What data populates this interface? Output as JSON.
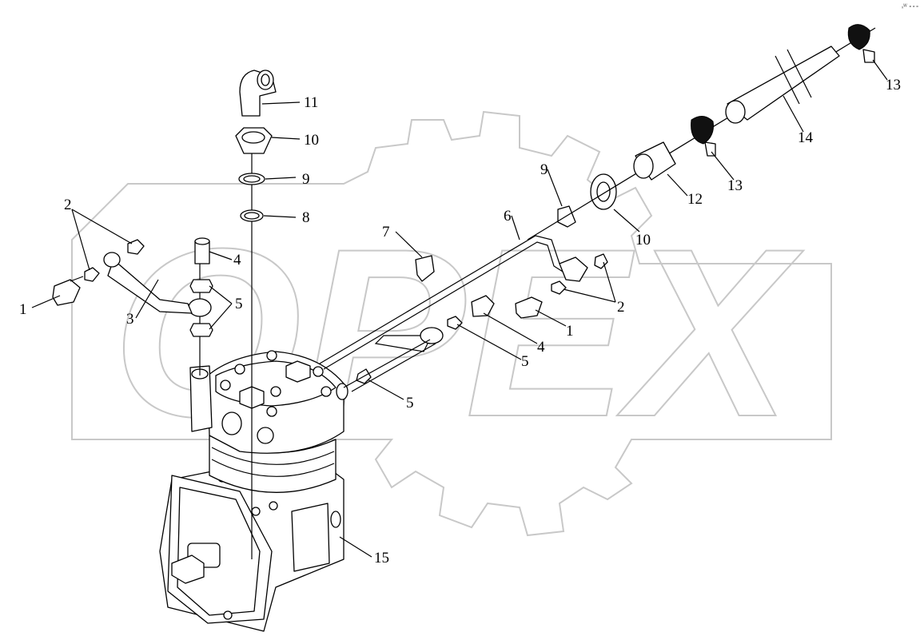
{
  "diagram": {
    "corner_mark": "ₓᵂ ∘∘∘",
    "watermark_text": "OPEX",
    "colors": {
      "lines": "#000000",
      "watermark": "#c8c8c8",
      "background": "#ffffff"
    },
    "callouts": [
      {
        "id": "c1a",
        "label": "1"
      },
      {
        "id": "c2a",
        "label": "2"
      },
      {
        "id": "c3",
        "label": "3"
      },
      {
        "id": "c4a",
        "label": "4"
      },
      {
        "id": "c5a",
        "label": "5"
      },
      {
        "id": "c8",
        "label": "8"
      },
      {
        "id": "c9a",
        "label": "9"
      },
      {
        "id": "c10a",
        "label": "10"
      },
      {
        "id": "c11",
        "label": "11"
      },
      {
        "id": "c7",
        "label": "7"
      },
      {
        "id": "c6",
        "label": "6"
      },
      {
        "id": "c9b",
        "label": "9"
      },
      {
        "id": "c10b",
        "label": "10"
      },
      {
        "id": "c12",
        "label": "12"
      },
      {
        "id": "c13a",
        "label": "13"
      },
      {
        "id": "c13b",
        "label": "13"
      },
      {
        "id": "c14",
        "label": "14"
      },
      {
        "id": "c2b",
        "label": "2"
      },
      {
        "id": "c1b",
        "label": "1"
      },
      {
        "id": "c4b",
        "label": "4"
      },
      {
        "id": "c5b",
        "label": "5"
      },
      {
        "id": "c5c",
        "label": "5"
      },
      {
        "id": "c15",
        "label": "15"
      }
    ]
  }
}
